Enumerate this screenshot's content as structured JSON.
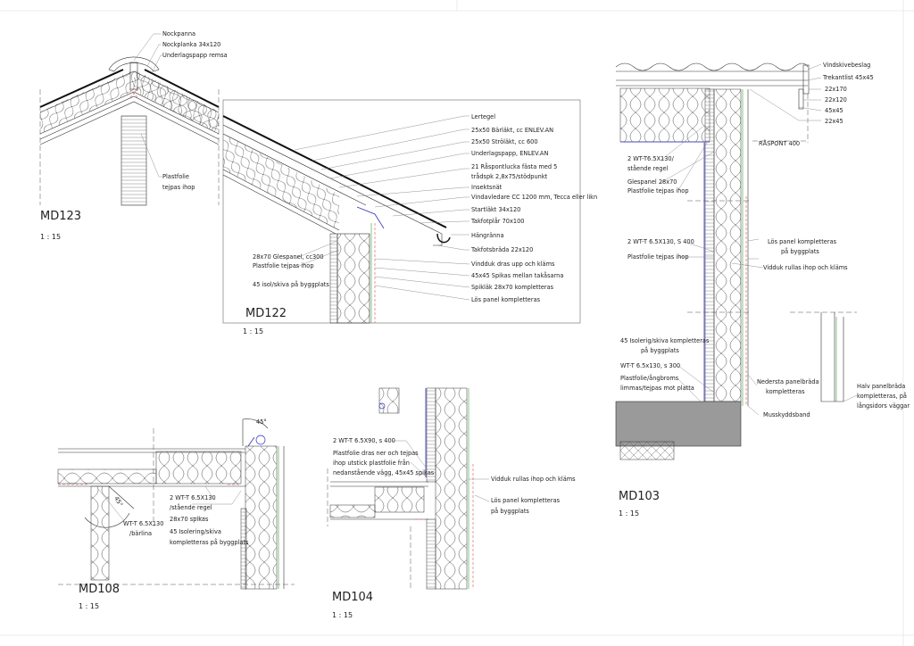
{
  "details": {
    "md123": {
      "title": "MD123",
      "scale": "1 : 15",
      "labels": [
        "Nockpanna",
        "Nockplanka 34x120",
        "Underlagspapp remsa",
        "Plastfolie",
        "tejpas ihop"
      ]
    },
    "md122": {
      "title": "MD122",
      "scale": "1 : 15",
      "labels": [
        "Lertegel",
        "25x50 Bärläkt, cc ENLEV.AN",
        "25x50 Ströläkt, cc 600",
        "Underlagspapp, ENLEV.AN",
        "21 Råspontlucka fästa med 5",
        "trådspk 2,8x75/stödpunkt",
        "Insektsnät",
        "Vindavledare CC 1200 mm, Tecca eller likn",
        "Startläkt 34x120",
        "Takfotplår 70x100",
        "Hängränna",
        "Takfotsbräda 22x120",
        "Vindduk dras upp och kläms",
        "45x45 Spikas mellan takåsarna",
        "Spikläk 28x70 kompletteras",
        "Lös panel kompletteras"
      ],
      "left_labels": [
        "28x70 Glespanel, cc300",
        "Plastfolie tejpas ihop",
        "45 isol/skiva på byggplats"
      ]
    },
    "md103": {
      "title": "MD103",
      "scale": "1 : 15",
      "right_labels": [
        "Vindskivebeslag",
        "Trekantlist 45x45",
        "22x170",
        "22x120",
        "45x45",
        "22x45"
      ],
      "dimension": "RÅSPONT 400",
      "left_labels": [
        "2 WT-T6.5X130/",
        "stående regel",
        "Glespanel 28x70",
        "Plastfolie tejpas ihop",
        "2 WT-T 6.5X130, S 400",
        "Plastfolie tejpas ihop",
        "45 Isolerig/skiva kompletteras",
        "på byggplats",
        "WT-T 6.5x130, s 300",
        "Plastfolie/ångbroms",
        "limmas/tejpas mot platta"
      ],
      "mid_labels": [
        "Lös panel kompletteras",
        "på byggplats",
        "Vidduk rullas ihop och kläms",
        "Nedersta panelbräda",
        "kompletteras",
        "Musskyddsband"
      ],
      "far_labels": [
        "Halv panelbräda",
        "kompletteras, på",
        "långsidors väggar"
      ]
    },
    "md108": {
      "title": "MD108",
      "scale": "1 : 15",
      "angle_top": "45°",
      "angle_left": "45°",
      "labels": [
        "WT-T 6.5X130",
        "/bärlina",
        "2 WT-T 6.5X130",
        "/stående regel",
        "28x70 spikas",
        "45 Isolering/skiva",
        "kompletteras på byggplats"
      ]
    },
    "md104": {
      "title": "MD104",
      "scale": "1 : 15",
      "labels": [
        "2 WT-T 6.5X90, s 400",
        "Plastfolie dras ner och tejpas",
        "ihop utstick plastfolie från",
        "nedanstående vägg, 45x45 spikas",
        "Vidduk rullas ihop och kläms",
        "Lös panel kompletteras",
        "på byggplats"
      ]
    }
  }
}
